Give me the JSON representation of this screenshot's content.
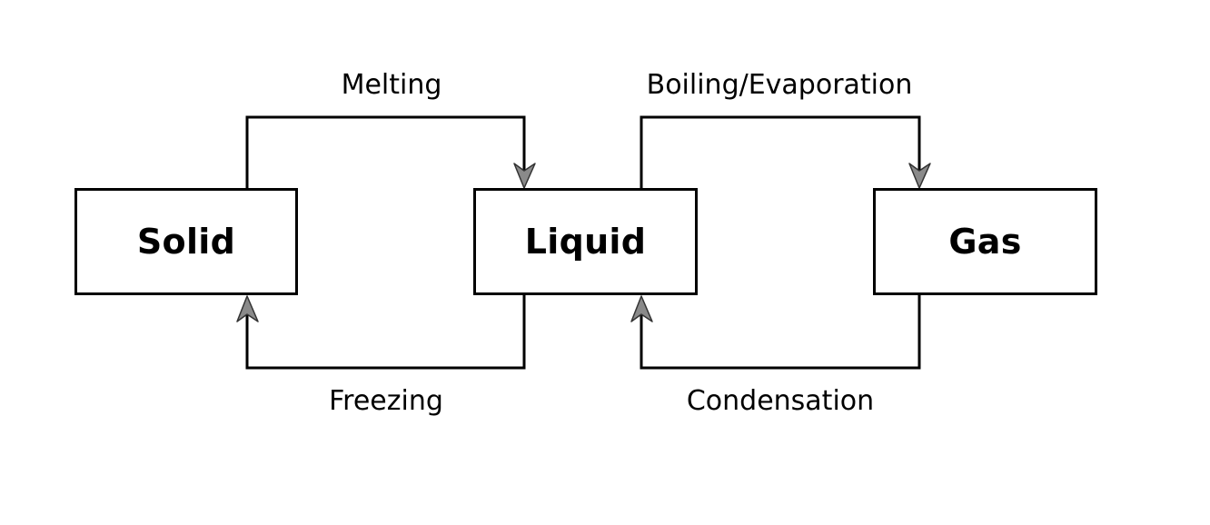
{
  "states": {
    "solid": "Solid",
    "liquid": "Liquid",
    "gas": "Gas"
  },
  "transitions": {
    "melting": "Melting",
    "boiling": "Boiling/Evaporation",
    "freezing": "Freezing",
    "condensation": "Condensation"
  },
  "colors": {
    "line": "#000000",
    "arrowhead_fill": "#8a8a8a",
    "arrowhead_stroke": "#333333"
  }
}
